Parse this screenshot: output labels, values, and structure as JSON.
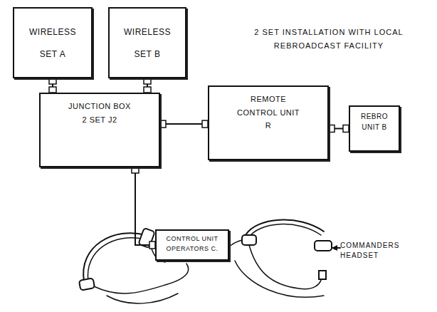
{
  "diagram": {
    "title": "2 SET INSTALLATION WITH LOCAL REBROADCAST FACILITY",
    "nodes": [
      {
        "text": [
          "WIRELESS SET A"
        ]
      },
      {
        "text": [
          "WIRELESS SET B"
        ]
      },
      {
        "text": [
          "JUNCTION BOX 2 SET J2"
        ]
      },
      {
        "text": [
          "REMOTE CONTROL UNIT R"
        ]
      },
      {
        "text": [
          "REBRO UNIT B"
        ]
      },
      {
        "text": [
          "CONTROL UNIT OPERATORS C."
        ]
      }
    ],
    "edges": [
      {
        "from": 0,
        "to": 2,
        "arrow": "none"
      },
      {
        "from": 1,
        "to": 2,
        "arrow": "none"
      },
      {
        "from": 2,
        "to": 3,
        "arrow": "none"
      },
      {
        "from": 3,
        "to": 4,
        "arrow": "none"
      },
      {
        "from": 2,
        "to": 5,
        "arrow": "none"
      }
    ],
    "labels": [
      "COMMANDERS HEADSET"
    ]
  }
}
